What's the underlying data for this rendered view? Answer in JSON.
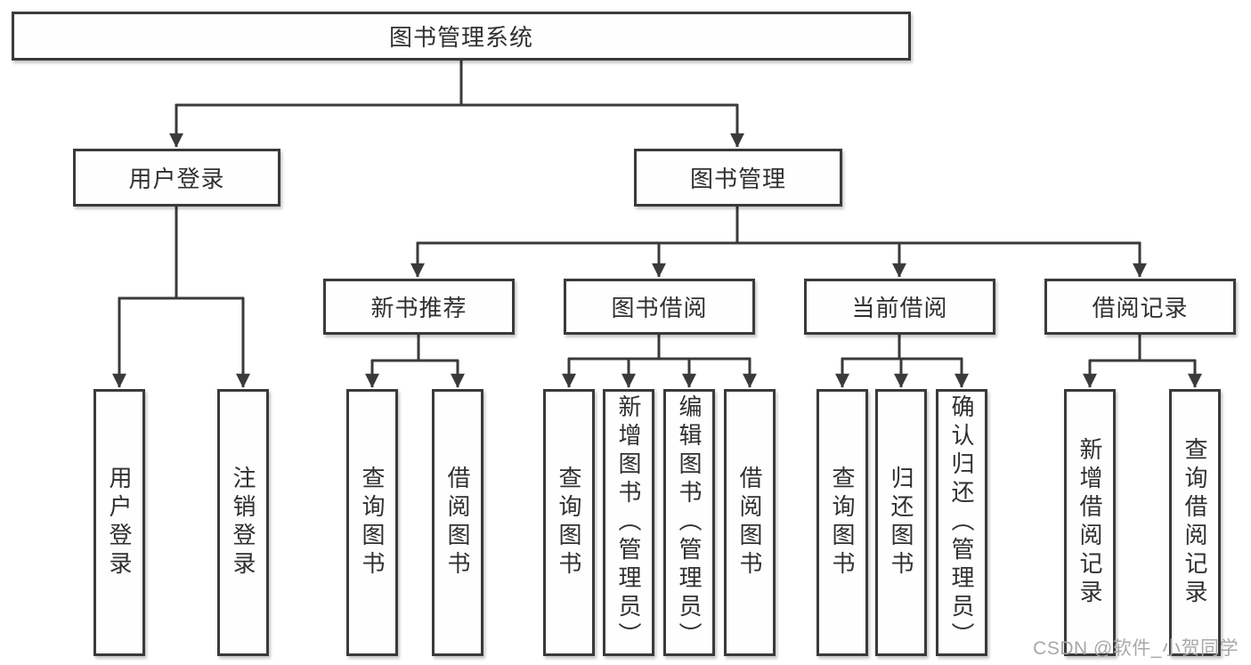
{
  "diagram": {
    "root": {
      "label": "图书管理系统"
    },
    "level2": [
      {
        "label": "用户登录"
      },
      {
        "label": "图书管理"
      }
    ],
    "level3": [
      {
        "label": "新书推荐"
      },
      {
        "label": "图书借阅"
      },
      {
        "label": "当前借阅"
      },
      {
        "label": "借阅记录"
      }
    ],
    "leaves": {
      "login": [
        {
          "label": "用户登录"
        },
        {
          "label": "注销登录"
        }
      ],
      "recommend": [
        {
          "label": "查询图书"
        },
        {
          "label": "借阅图书"
        }
      ],
      "borrow": [
        {
          "label": "查询图书"
        },
        {
          "label": "新增图书（管理员）"
        },
        {
          "label": "编辑图书（管理员）"
        },
        {
          "label": "借阅图书"
        }
      ],
      "current": [
        {
          "label": "查询图书"
        },
        {
          "label": "归还图书"
        },
        {
          "label": "确认归还（管理员）"
        }
      ],
      "records": [
        {
          "label": "新增借阅记录"
        },
        {
          "label": "查询借阅记录"
        }
      ]
    },
    "watermark": "CSDN @软件_小贺同学",
    "colors": {
      "line": "#3a3a3a",
      "text": "#303030",
      "watermark": "#a8a8a8",
      "background": "#ffffff"
    }
  }
}
